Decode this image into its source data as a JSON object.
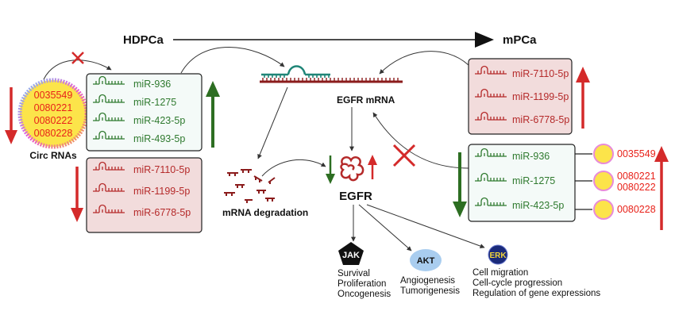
{
  "header": {
    "left": "HDPCa",
    "right": "mPCa"
  },
  "left_panel": {
    "circ_label": "Circ RNAs",
    "circ_ids": [
      "0035549",
      "0080221",
      "0080222",
      "0080228"
    ],
    "mirs_up": [
      "miR-936",
      "miR-1275",
      "miR-423-5p",
      "miR-493-5p"
    ],
    "mirs_down": [
      "miR-7110-5p",
      "miR-1199-5p",
      "miR-6778-5p"
    ]
  },
  "center": {
    "egfr_mrna": "EGFR mRNA",
    "degradation": "mRNA degradation",
    "egfr": "EGFR"
  },
  "right_panel": {
    "mirs_up": [
      "miR-7110-5p",
      "miR-1199-5p",
      "miR-6778-5p"
    ],
    "mirs_down": [
      "miR-936",
      "miR-1275",
      "miR-423-5p"
    ],
    "circ_ids": [
      "0035549",
      "0080221",
      "0080222",
      "0080228"
    ]
  },
  "pathways": [
    {
      "name": "JAK",
      "effects": [
        "Survival",
        "Proliferation",
        "Oncogenesis"
      ]
    },
    {
      "name": "AKT",
      "effects": [
        "Angiogenesis",
        "Tumorigenesis"
      ]
    },
    {
      "name": "ERK",
      "effects": [
        "Cell migration",
        "Cell-cycle progression",
        "Regulation of gene expressions"
      ]
    }
  ],
  "colors": {
    "green": "#2f7a2f",
    "red": "#b52a2a",
    "arrow_red": "#d42a2a",
    "arrow_green": "#2d6e22",
    "circ_text": "#e8221a",
    "box_green_bg": "#f4faf8",
    "box_red_bg": "#f2dcdc"
  }
}
